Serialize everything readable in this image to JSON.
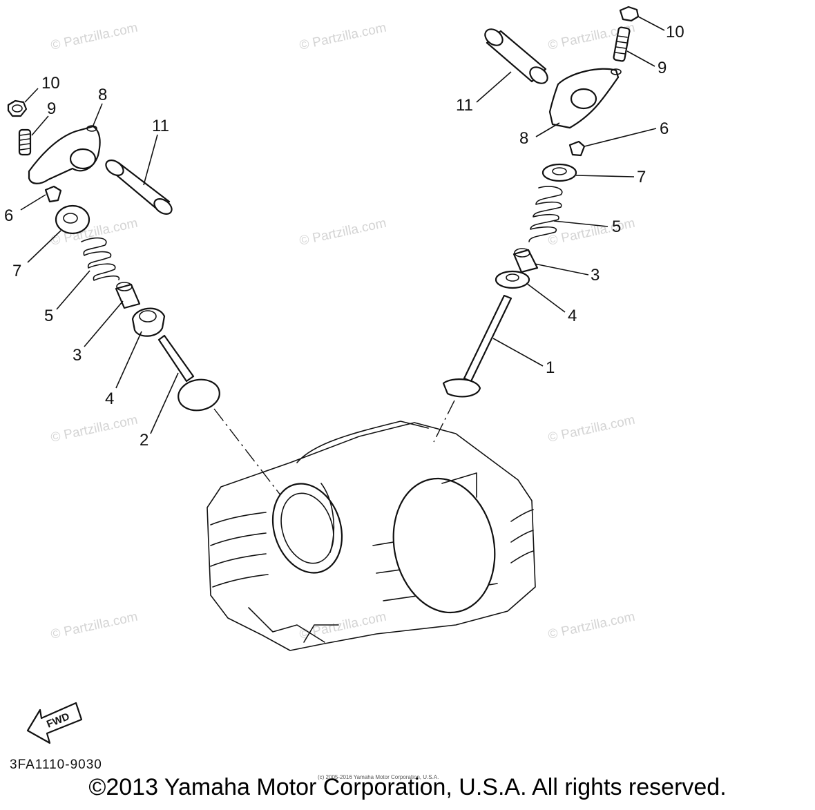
{
  "diagram": {
    "part_numbers": {
      "left": [
        "10",
        "9",
        "8",
        "11",
        "6",
        "7",
        "5",
        "3",
        "4",
        "2"
      ],
      "right": [
        "10",
        "9",
        "11",
        "8",
        "6",
        "7",
        "5",
        "3",
        "4",
        "1"
      ]
    },
    "fwd_label": "FWD",
    "diagram_code": "3FA1110-9030",
    "watermark": "© Partzilla.com",
    "fine_print": "(c) 2005-2016 Yamaha Motor Corporation, U.S.A.",
    "copyright": "©2013 Yamaha Motor Corporation, U.S.A. All rights reserved."
  }
}
